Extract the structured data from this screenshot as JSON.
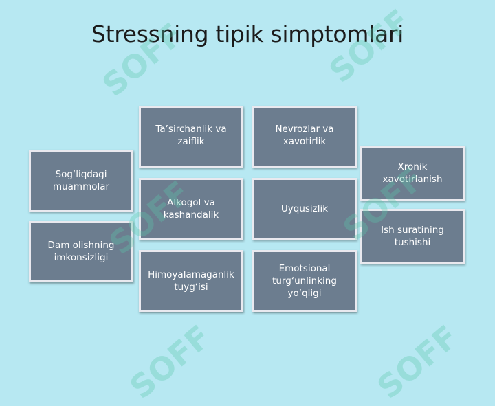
{
  "title": "Stressning tipik simptomlari",
  "boxes": [
    {
      "id": "box-sogliq",
      "text": "Sog‘liqdagi muammolar"
    },
    {
      "id": "box-dam",
      "text": "Dam olishning imkonsizligi"
    },
    {
      "id": "box-tasirchanlik",
      "text": "Ta’sirchanlik va zaiflik"
    },
    {
      "id": "box-alkogol",
      "text": "Alkogol va kashandalik"
    },
    {
      "id": "box-himoyalamaganlik",
      "text": "Himoyalamaganlik tuyg‘isi"
    },
    {
      "id": "box-nevrozlar",
      "text": "Nevrozlar va xavotirlik"
    },
    {
      "id": "box-uyqusizlik",
      "text": "Uyqusizlik"
    },
    {
      "id": "box-emotsional",
      "text": "Emotsional turg‘unlinking yo‘qligi"
    },
    {
      "id": "box-xronik",
      "text": "Xronik xavotirlanish"
    },
    {
      "id": "box-ish",
      "text": "Ish suratining tushishi"
    }
  ],
  "watermark": "SOFF",
  "colors": {
    "background": "#b7e8f2",
    "box_fill": "#6c7d8f",
    "box_border": "#e9e9ef"
  }
}
